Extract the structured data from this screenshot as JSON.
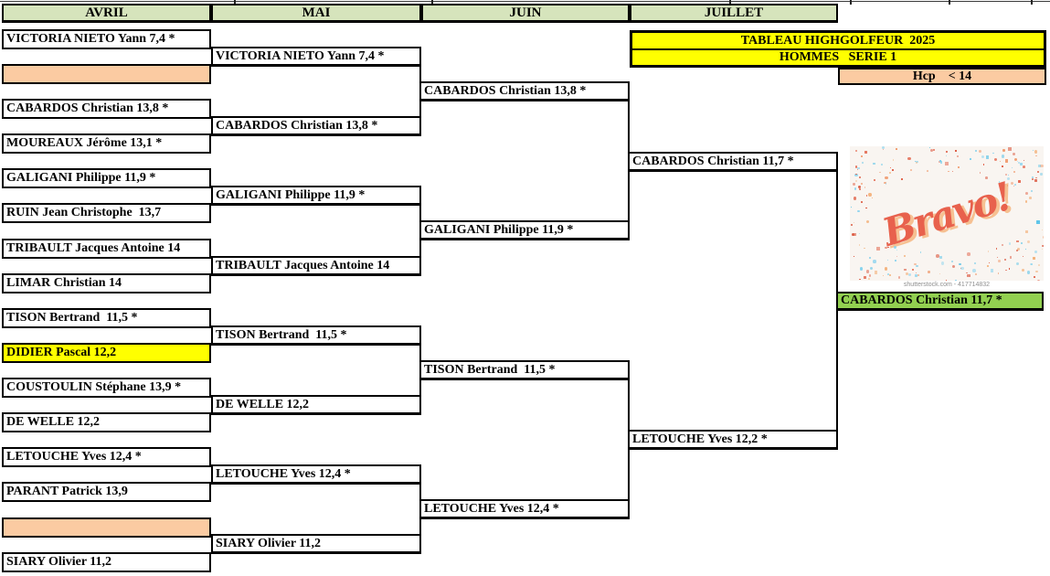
{
  "months": [
    "AVRIL",
    "MAI",
    "JUIN",
    "JUILLET"
  ],
  "banner": {
    "line1": "TABLEAU HIGHGOLFEUR  2025",
    "line2": "HOMMES   SERIE 1"
  },
  "hcp_label": "Hcp    < 14",
  "bracket": {
    "april": [
      {
        "text": "VICTORIA NIETO Yann 7,4 *",
        "bg": "white"
      },
      {
        "text": "",
        "bg": "peach"
      },
      {
        "text": "CABARDOS Christian 13,8 *",
        "bg": "white"
      },
      {
        "text": "MOUREAUX Jérôme 13,1 *",
        "bg": "white"
      },
      {
        "text": "GALIGANI Philippe 11,9 *",
        "bg": "white"
      },
      {
        "text": "RUIN Jean Christophe  13,7",
        "bg": "white"
      },
      {
        "text": "TRIBAULT Jacques Antoine 14",
        "bg": "white"
      },
      {
        "text": "LIMAR Christian 14",
        "bg": "white"
      },
      {
        "text": "TISON Bertrand  11,5 *",
        "bg": "white"
      },
      {
        "text": "DIDIER Pascal 12,2",
        "bg": "yellow"
      },
      {
        "text": "COUSTOULIN Stéphane 13,9 *",
        "bg": "white"
      },
      {
        "text": "DE WELLE 12,2",
        "bg": "white"
      },
      {
        "text": "LETOUCHE Yves 12,4 *",
        "bg": "white"
      },
      {
        "text": "PARANT Patrick 13,9",
        "bg": "white"
      },
      {
        "text": "",
        "bg": "peach"
      },
      {
        "text": "SIARY Olivier 11,2",
        "bg": "white"
      }
    ],
    "may": [
      {
        "text": "VICTORIA NIETO Yann 7,4 *"
      },
      {
        "text": "CABARDOS Christian 13,8 *"
      },
      {
        "text": "GALIGANI Philippe 11,9 *"
      },
      {
        "text": "TRIBAULT Jacques Antoine 14"
      },
      {
        "text": "TISON Bertrand  11,5 *"
      },
      {
        "text": "DE WELLE 12,2"
      },
      {
        "text": "LETOUCHE Yves 12,4 *"
      },
      {
        "text": "SIARY Olivier 11,2"
      }
    ],
    "june": [
      {
        "text": "CABARDOS Christian 13,8 *"
      },
      {
        "text": "GALIGANI Philippe 11,9 *"
      },
      {
        "text": "TISON Bertrand  11,5 *"
      },
      {
        "text": "LETOUCHE Yves 12,4 *"
      }
    ],
    "july": [
      {
        "text": "CABARDOS Christian 11,7 *"
      },
      {
        "text": "LETOUCHE Yves 12,2 *"
      }
    ],
    "winner": {
      "text": "CABARDOS Christian 11,7 *"
    }
  },
  "bravo": {
    "text": "Bravo!",
    "watermark": "shutterstock.com - 417714832"
  },
  "colors": {
    "header_green": "#D6E4BC",
    "peach": "#FBCBA2",
    "highlight_yellow": "#FFFF00",
    "winner_green": "#92D050",
    "bravo_coral": "#E8614D",
    "bravo_shadow": "#F6C092",
    "confetti": [
      "#E05A3F",
      "#EF8D5A",
      "#5BC3E8",
      "#F3B27C",
      "#D94F35",
      "#7FD0EE"
    ]
  }
}
